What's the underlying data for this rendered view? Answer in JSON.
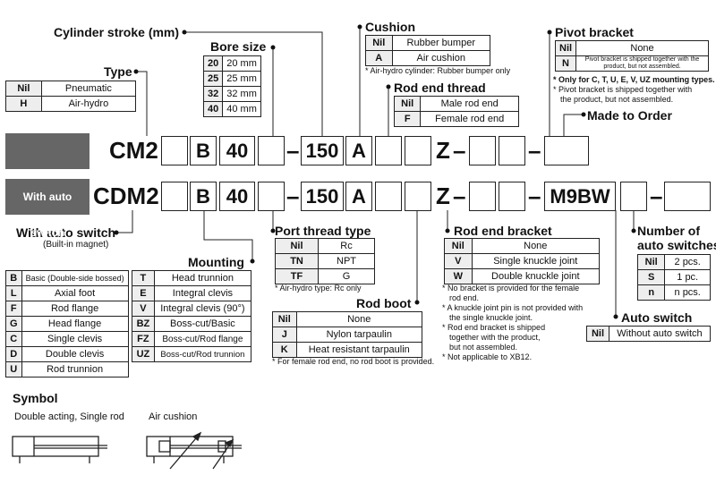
{
  "labels": {
    "stroke": "Cylinder stroke (mm)",
    "type": "Type",
    "bore": "Bore size",
    "cushion": "Cushion",
    "cushion_note": "* Air-hydro cylinder: Rubber bumper only",
    "pivot": "Pivot bracket",
    "pivot_note1": "* Only for C, T, U, E, V, UZ mounting types.",
    "pivot_note2": "* Pivot bracket is shipped together with",
    "pivot_note3": "the product, but not assembled.",
    "rodthread": "Rod end thread",
    "made": "Made to Order",
    "with_auto": "With auto switch",
    "with_auto_sub": "(Built-in magnet)",
    "mounting": "Mounting",
    "port": "Port thread type",
    "port_note": "* Air-hydro type: Rc only",
    "rodboot": "Rod boot",
    "rodboot_note": "* For female rod end, no rod boot is provided.",
    "rodbracket": "Rod end bracket",
    "rb_note1": "* No bracket is provided for the female",
    "rb_note2": "rod end.",
    "rb_note3": "* A knuckle joint pin is not provided with",
    "rb_note4": "the single knuckle joint.",
    "rb_note5": "* Rod end bracket is shipped",
    "rb_note6": "together with the product,",
    "rb_note7": "but not assembled.",
    "rb_note8": "* Not applicable to XB12.",
    "num_sw1": "Number of",
    "num_sw2": "auto switches",
    "auto_switch": "Auto switch",
    "symbol": "Symbol",
    "sym1": "Double acting, Single rod",
    "sym2": "Air cushion"
  },
  "model": {
    "row1_prefix": "CM2",
    "row2_prefix": "CDM2",
    "row2_badge": "With auto switch",
    "mount": "B",
    "bore": "40",
    "stroke": "150",
    "cushion": "A",
    "z": "Z",
    "switch": "M9BW",
    "dash": "–"
  },
  "tables": {
    "type": [
      [
        "Nil",
        "Pneumatic"
      ],
      [
        "H",
        "Air-hydro"
      ]
    ],
    "bore": [
      [
        "20",
        "20 mm"
      ],
      [
        "25",
        "25 mm"
      ],
      [
        "32",
        "32 mm"
      ],
      [
        "40",
        "40 mm"
      ]
    ],
    "cushion": [
      [
        "Nil",
        "Rubber bumper"
      ],
      [
        "A",
        "Air cushion"
      ]
    ],
    "pivot": [
      [
        "Nil",
        "None"
      ],
      [
        "N",
        "Pivot bracket is shipped together with the product, but not assembled."
      ]
    ],
    "rodthread": [
      [
        "Nil",
        "Male rod end"
      ],
      [
        "F",
        "Female rod end"
      ]
    ],
    "mount1": [
      [
        "B",
        "Basic (Double-side bossed)"
      ],
      [
        "L",
        "Axial foot"
      ],
      [
        "F",
        "Rod flange"
      ],
      [
        "G",
        "Head flange"
      ],
      [
        "C",
        "Single clevis"
      ],
      [
        "D",
        "Double clevis"
      ],
      [
        "U",
        "Rod trunnion"
      ]
    ],
    "mount2": [
      [
        "T",
        "Head trunnion"
      ],
      [
        "E",
        "Integral clevis"
      ],
      [
        "V",
        "Integral clevis (90°)"
      ],
      [
        "BZ",
        "Boss-cut/Basic"
      ],
      [
        "FZ",
        "Boss-cut/Rod flange"
      ],
      [
        "UZ",
        "Boss-cut/Rod trunnion"
      ]
    ],
    "port": [
      [
        "Nil",
        "Rc"
      ],
      [
        "TN",
        "NPT"
      ],
      [
        "TF",
        "G"
      ]
    ],
    "rodboot": [
      [
        "Nil",
        "None"
      ],
      [
        "J",
        "Nylon tarpaulin"
      ],
      [
        "K",
        "Heat resistant tarpaulin"
      ]
    ],
    "rodbracket": [
      [
        "Nil",
        "None"
      ],
      [
        "V",
        "Single knuckle joint"
      ],
      [
        "W",
        "Double knuckle joint"
      ]
    ],
    "numsw": [
      [
        "Nil",
        "2 pcs."
      ],
      [
        "S",
        "1 pc."
      ],
      [
        "n",
        "n pcs."
      ]
    ],
    "autosw": [
      [
        "Nil",
        "Without auto switch"
      ]
    ]
  }
}
